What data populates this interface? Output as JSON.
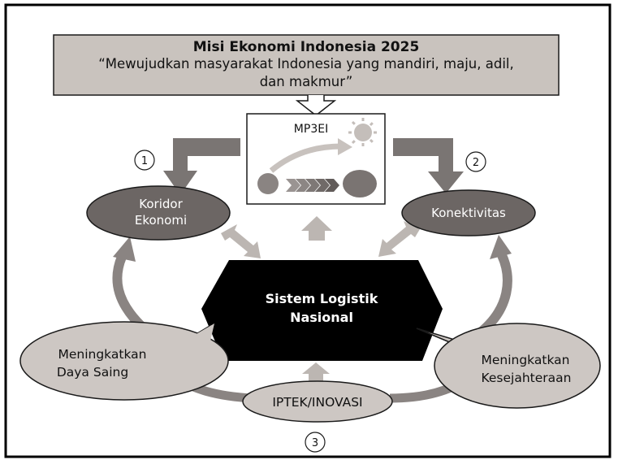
{
  "mission": {
    "title": "Misi Ekonomi Indonesia 2025",
    "quote_line1": "“Mewujudkan masyarakat Indonesia yang mandiri, maju, adil,",
    "quote_line2": "dan makmur”"
  },
  "mp3ei": {
    "label": "MP3EI"
  },
  "nodes": {
    "koridor_line1": "Koridor",
    "koridor_line2": "Ekonomi",
    "konektivitas": "Konektivitas",
    "core_line1": "Sistem Logistik",
    "core_line2": "Nasional",
    "daya_saing_line1": "Meningkatkan",
    "daya_saing_line2": "Daya Saing",
    "kesejahteraan_line1": "Meningkatkan",
    "kesejahteraan_line2": "Kesejahteraan",
    "iptek": "IPTEK/INOVASI"
  },
  "markers": {
    "one": "1",
    "two": "2",
    "three": "3"
  },
  "colors": {
    "banner_fill": "#c9c3be",
    "oval_dark": "#6c6664",
    "oval_light": "#cdc7c3",
    "arrow_dark": "#7a7573",
    "arrow_light": "#bcb6b2",
    "core_fill": "#000000"
  }
}
